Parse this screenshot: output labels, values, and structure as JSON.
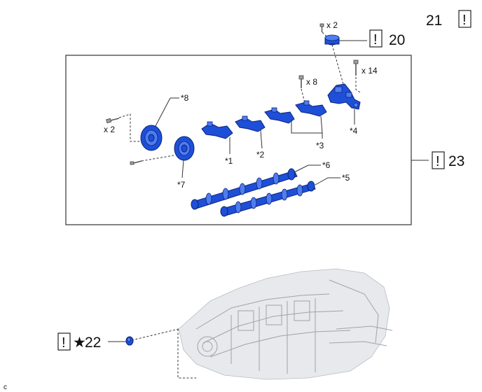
{
  "callouts": {
    "c21": "21",
    "c20": "20",
    "c23": "23",
    "c22": "22",
    "excl": "!",
    "star": "★",
    "c8": "*8",
    "c7": "*7",
    "c1": "*1",
    "c2": "*2",
    "c3": "*3",
    "c4": "*4",
    "c5": "*5",
    "c6": "*6",
    "qty_x2_top": "x 2",
    "qty_x8": "x 8",
    "qty_x14": "x 14",
    "qty_x2_left": "x 2",
    "corner": "c"
  },
  "colors": {
    "part_blue": "#1e4fd8",
    "outline": "#222222"
  },
  "icons": {
    "notice": "exclamation-box-icon",
    "star": "star-icon"
  }
}
